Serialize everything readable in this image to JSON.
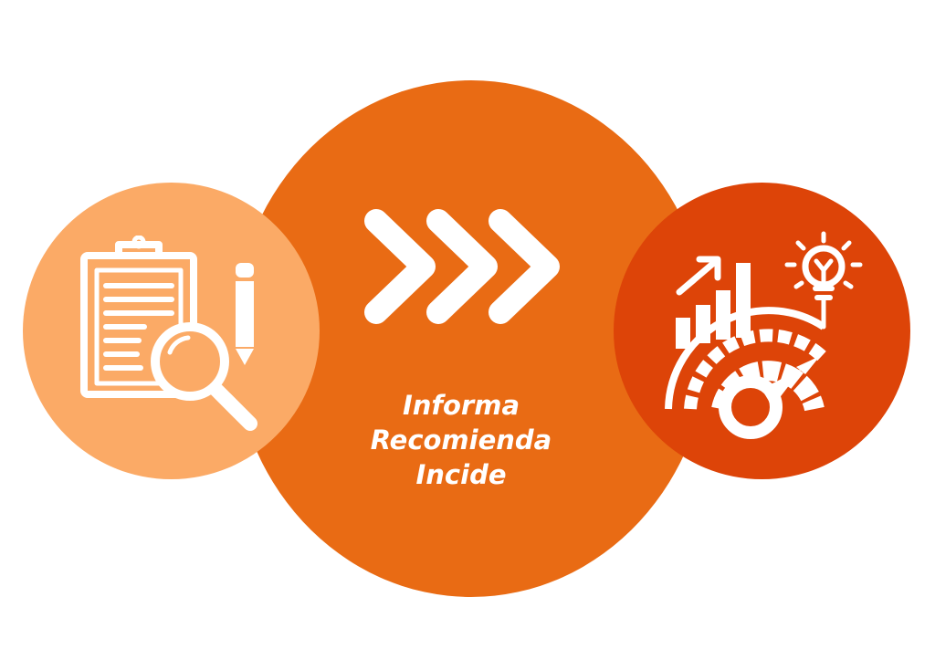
{
  "diagram": {
    "labels": [
      "Informa",
      "Recomienda",
      "Incide"
    ],
    "colors": {
      "center_circle": "#E96B14",
      "left_circle": "#FBAA66",
      "right_circle": "#DD4408",
      "foreground": "#FFFFFF"
    },
    "icons": {
      "left": "clipboard-magnifier-pencil-icon",
      "center": "triple-chevron-right-icon",
      "right": "growth-gauge-lightbulb-icon"
    }
  }
}
